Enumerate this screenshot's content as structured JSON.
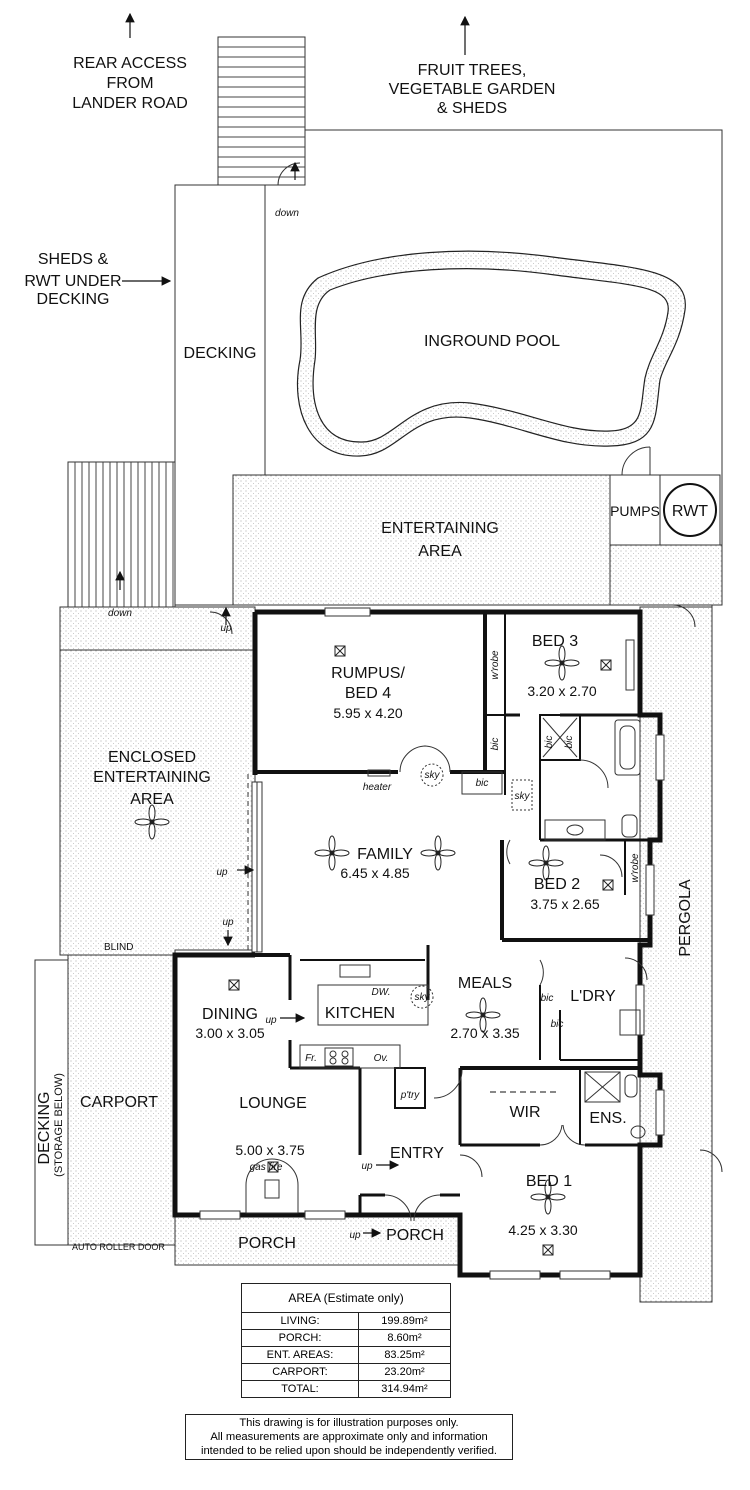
{
  "labels": {
    "rear_access": [
      "REAR ACCESS",
      "FROM",
      "LANDER ROAD"
    ],
    "fruit_trees": [
      "FRUIT TREES,",
      "VEGETABLE GARDEN",
      "& SHEDS"
    ],
    "sheds_rwt": [
      "SHEDS &",
      "RWT UNDER",
      "DECKING"
    ],
    "decking": "DECKING",
    "pool": "INGROUND POOL",
    "pumps": "PUMPS",
    "rwt": "RWT",
    "entertaining": [
      "ENTERTAINING",
      "AREA"
    ],
    "enclosed_entertaining": [
      "ENCLOSED",
      "ENTERTAINING",
      "AREA"
    ],
    "rumpus": [
      "RUMPUS/",
      "BED 4"
    ],
    "rumpus_dim": "5.95 x 4.20",
    "bed3": "BED 3",
    "bed3_dim": "3.20 x 2.70",
    "family": "FAMILY",
    "family_dim": "6.45 x 4.85",
    "bed2": "BED 2",
    "bed2_dim": "3.75 x 2.65",
    "meals": "MEALS",
    "meals_dim": "2.70 x 3.35",
    "laundry": "L'DRY",
    "dining": "DINING",
    "dining_dim": "3.00 x 3.05",
    "kitchen": "KITCHEN",
    "lounge": "LOUNGE",
    "lounge_dim": "5.00 x 3.75",
    "gas_fire": "gas fire",
    "entry": "ENTRY",
    "porch": "PORCH",
    "wir": "WIR",
    "ens": "ENS.",
    "bed1": "BED 1",
    "bed1_dim": "4.25 x 3.30",
    "carport": "CARPORT",
    "decking_storage": "DECKING",
    "storage_below": "(STORAGE BELOW)",
    "pergola": "PERGOLA",
    "auto_roller": "AUTO ROLLER DOOR",
    "blind": "BLIND",
    "heater": "heater",
    "sky": "sky",
    "wrobe": "w'robe",
    "bic": "bic",
    "down": "down",
    "up": "up",
    "dw": "DW.",
    "fr": "Fr.",
    "ov": "Ov.",
    "ptry": "p'try"
  },
  "area_table": {
    "title": "AREA (Estimate only)",
    "rows": [
      {
        "label": "LIVING:",
        "value": "199.89m²"
      },
      {
        "label": "PORCH:",
        "value": "8.60m²"
      },
      {
        "label": "ENT. AREAS:",
        "value": "83.25m²"
      },
      {
        "label": "CARPORT:",
        "value": "23.20m²"
      },
      {
        "label": "TOTAL:",
        "value": "314.94m²"
      }
    ]
  },
  "disclaimer": [
    "This drawing is for illustration purposes only.",
    "All measurements are approximate only and information",
    "intended to be relied upon should be independently verified."
  ]
}
